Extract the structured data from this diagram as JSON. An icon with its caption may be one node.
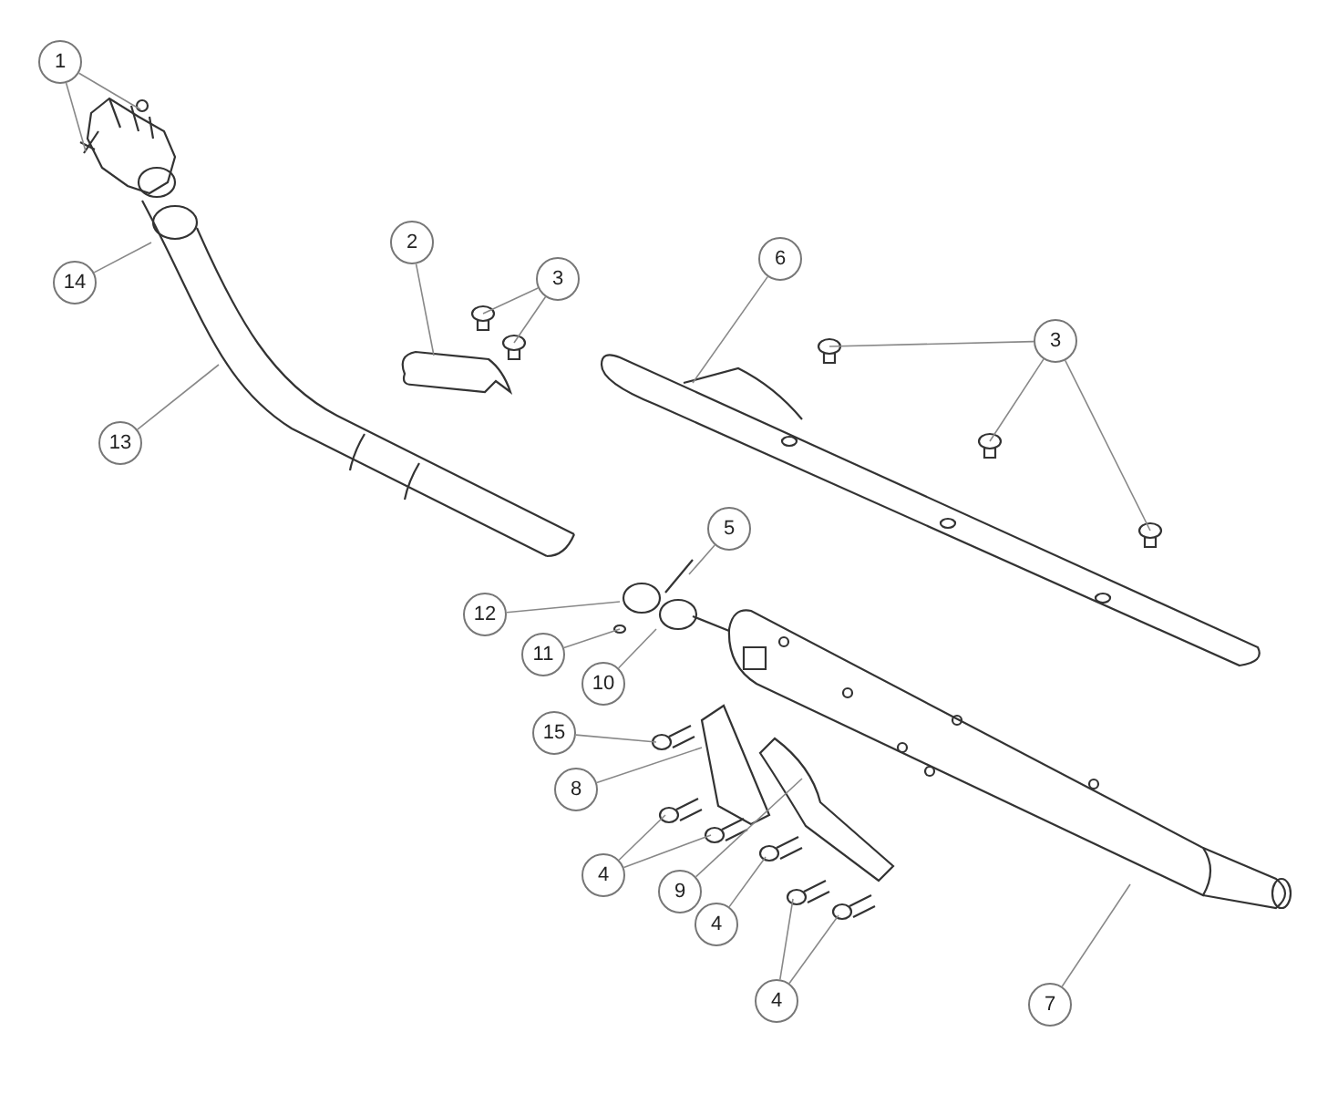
{
  "diagram": {
    "nodes": [
      {
        "text": [
          "1"
        ]
      },
      {
        "text": [
          "14"
        ]
      },
      {
        "text": [
          "2"
        ]
      },
      {
        "text": [
          "3"
        ]
      },
      {
        "text": [
          "6"
        ]
      },
      {
        "text": [
          "3"
        ]
      },
      {
        "text": [
          "13"
        ]
      },
      {
        "text": [
          "5"
        ]
      },
      {
        "text": [
          "12"
        ]
      },
      {
        "text": [
          "11"
        ]
      },
      {
        "text": [
          "10"
        ]
      },
      {
        "text": [
          "15"
        ]
      },
      {
        "text": [
          "8"
        ]
      },
      {
        "text": [
          "4"
        ]
      },
      {
        "text": [
          "9"
        ]
      },
      {
        "text": [
          "4"
        ]
      },
      {
        "text": [
          "7"
        ]
      },
      {
        "text": [
          "4"
        ]
      }
    ],
    "edges": [
      {
        "from": 0,
        "to": null,
        "arrow": "none"
      },
      {
        "from": 0,
        "to": null,
        "arrow": "none"
      },
      {
        "from": 1,
        "to": null,
        "arrow": "none"
      },
      {
        "from": 2,
        "to": null,
        "arrow": "none"
      },
      {
        "from": 3,
        "to": null,
        "arrow": "none"
      },
      {
        "from": 3,
        "to": null,
        "arrow": "none"
      },
      {
        "from": 4,
        "to": null,
        "arrow": "none"
      },
      {
        "from": 5,
        "to": null,
        "arrow": "none"
      },
      {
        "from": 5,
        "to": null,
        "arrow": "none"
      },
      {
        "from": 5,
        "to": null,
        "arrow": "none"
      },
      {
        "from": 6,
        "to": null,
        "arrow": "none"
      },
      {
        "from": 7,
        "to": null,
        "arrow": "none"
      },
      {
        "from": 8,
        "to": null,
        "arrow": "none"
      },
      {
        "from": 9,
        "to": null,
        "arrow": "none"
      },
      {
        "from": 10,
        "to": null,
        "arrow": "none"
      },
      {
        "from": 11,
        "to": null,
        "arrow": "none"
      },
      {
        "from": 12,
        "to": null,
        "arrow": "none"
      },
      {
        "from": 13,
        "to": null,
        "arrow": "none"
      },
      {
        "from": 13,
        "to": null,
        "arrow": "none"
      },
      {
        "from": 14,
        "to": null,
        "arrow": "none"
      },
      {
        "from": 15,
        "to": null,
        "arrow": "none"
      },
      {
        "from": 16,
        "to": null,
        "arrow": "none"
      },
      {
        "from": 17,
        "to": null,
        "arrow": "none"
      },
      {
        "from": 17,
        "to": null,
        "arrow": "none"
      }
    ]
  }
}
